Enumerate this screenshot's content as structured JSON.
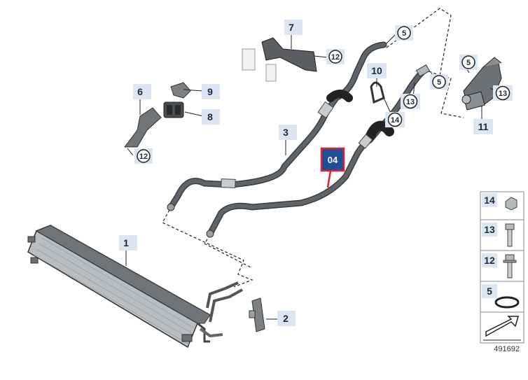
{
  "labels": {
    "p1": "1",
    "p2": "2",
    "p3": "3",
    "p6": "6",
    "p7": "7",
    "p8": "8",
    "p9": "9",
    "p10": "10",
    "p11": "11"
  },
  "circles": {
    "c12_top": "12",
    "c12_left": "12",
    "c5_a": "5",
    "c5_b": "5",
    "c5_c": "5",
    "c13_a": "13",
    "c13_b": "13",
    "c14": "14"
  },
  "highlight": {
    "label": "04",
    "color": "#1f4f96",
    "border": "#e0202a"
  },
  "legend": {
    "items": [
      "14",
      "13",
      "12",
      "5"
    ]
  },
  "reference_number": "491692",
  "colors": {
    "label_bg": "#dbe6f2",
    "hose": "#555a5e",
    "line": "#222222"
  }
}
